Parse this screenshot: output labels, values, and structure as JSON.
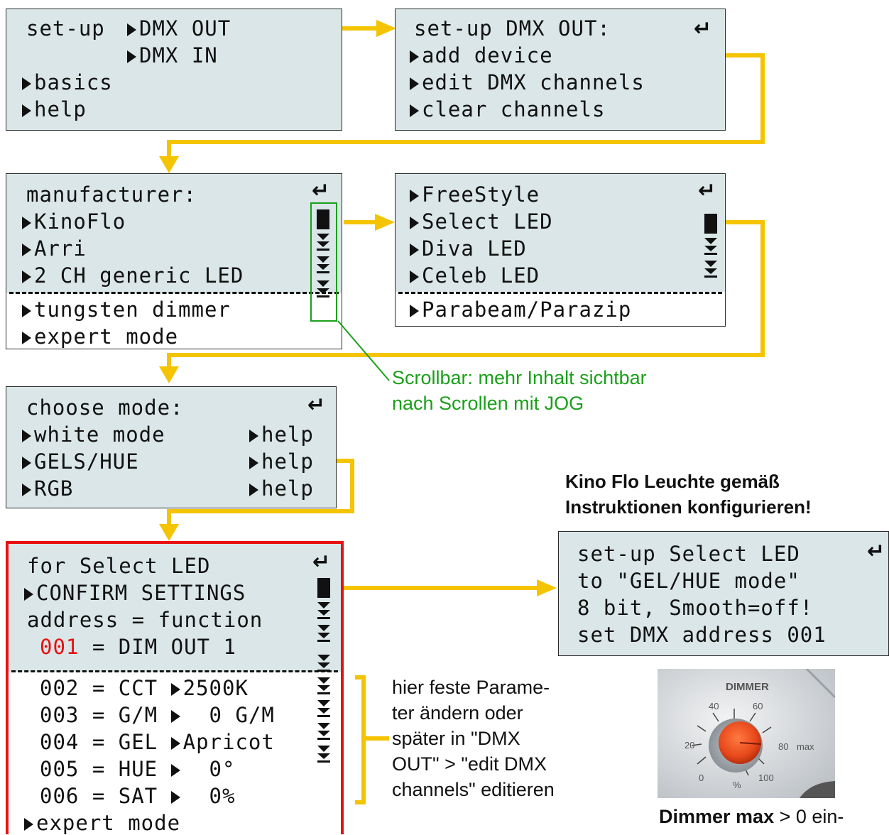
{
  "screen1": {
    "title": "set-up",
    "items": [
      "DMX OUT",
      "DMX IN",
      "basics",
      "help"
    ]
  },
  "screen2": {
    "title": "set-up DMX OUT:",
    "return_symbol": "↵",
    "items": [
      "add device",
      "edit DMX channels",
      "clear channels"
    ]
  },
  "screen3": {
    "title": "manufacturer:",
    "return_symbol": "↵",
    "items": [
      "KinoFlo",
      "Arri",
      "2 CH generic LED",
      "tungsten dimmer",
      "expert mode"
    ]
  },
  "screen4": {
    "return_symbol": "↵",
    "items": [
      "FreeStyle",
      "Select LED",
      "Diva LED",
      "Celeb LED",
      "Parabeam/Parazip"
    ]
  },
  "screen5": {
    "title": "choose mode:",
    "return_symbol": "↵",
    "modes": [
      "white mode",
      "GELS/HUE",
      "RGB"
    ],
    "help_label": "help"
  },
  "screen6": {
    "title": "for Select LED",
    "return_symbol": "↵",
    "confirm": "CONFIRM SETTINGS",
    "header": "address = function",
    "first_address": "001",
    "first_function": "= DIM OUT 1",
    "rows": [
      {
        "addr": "002 = CCT",
        "value": "2500K"
      },
      {
        "addr": "003 = G/M",
        "value": "  0 G/M"
      },
      {
        "addr": "004 = GEL",
        "value": "Apricot"
      },
      {
        "addr": "005 = HUE",
        "value": "  0°"
      },
      {
        "addr": "006 = SAT",
        "value": "  0%"
      }
    ],
    "footer": "expert mode"
  },
  "screen7": {
    "return_symbol": "↵",
    "lines": [
      "set-up Select LED",
      "to \"GEL/HUE mode\"",
      "8 bit, Smooth=off!",
      "set DMX address 001"
    ]
  },
  "scrollbar_note": {
    "line1": "Scrollbar: mehr Inhalt sichtbar",
    "line2": "nach Scrollen mit JOG"
  },
  "kino_note": {
    "line1": "Kino Flo Leuchte gemäß",
    "line2": "Instruktionen konfigurieren!"
  },
  "param_note": {
    "lines": [
      "hier feste Parame-",
      "ter ändern oder",
      "später in \"DMX",
      "OUT\" > \"edit  DMX",
      "channels\" editieren"
    ]
  },
  "dimmer_photo": {
    "label": "DIMMER",
    "ticks": [
      "40",
      "60",
      "20",
      "80",
      "max",
      "0",
      "%",
      "100"
    ]
  },
  "dimmer_note": {
    "bold": "Dimmer max",
    "rest": " > 0 ein-"
  },
  "colors": {
    "lcd_bg": "#dae6e8",
    "arrow_yellow": "#f5c400",
    "highlight_red": "#e81010",
    "green_note": "#1aa01a"
  }
}
